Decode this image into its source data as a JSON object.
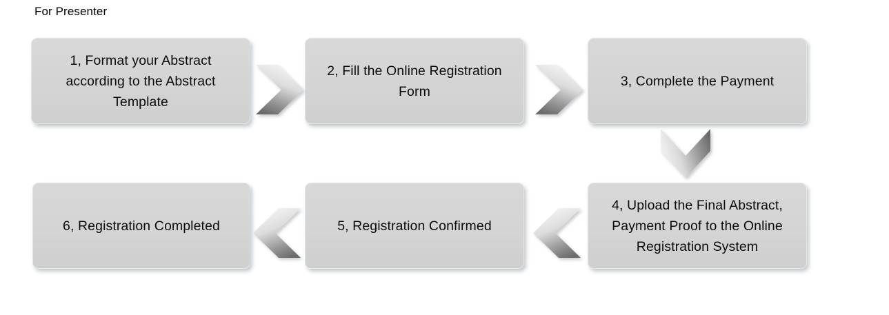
{
  "title": "For Presenter",
  "colors": {
    "background": "#ffffff",
    "node_fill": "#d4d4d4",
    "node_border": "#dfe6ec",
    "node_text": "#0b0b0b",
    "arrow_light": "#f2f2f2",
    "arrow_dark": "#6b6b6b"
  },
  "nodes": [
    {
      "id": "step-1",
      "label": "1, Format your Abstract\naccording to the Abstract\nTemplate"
    },
    {
      "id": "step-2",
      "label": "2, Fill the Online Registration\nForm"
    },
    {
      "id": "step-3",
      "label": "3, Complete the Payment"
    },
    {
      "id": "step-4",
      "label": "4, Upload the Final Abstract,\nPayment Proof to the Online\nRegistration System"
    },
    {
      "id": "step-5",
      "label": "5, Registration Confirmed"
    },
    {
      "id": "step-6",
      "label": "6, Registration Completed"
    }
  ],
  "arrows": [
    {
      "id": "arrow-1-to-2",
      "direction": "right"
    },
    {
      "id": "arrow-2-to-3",
      "direction": "right"
    },
    {
      "id": "arrow-3-to-4",
      "direction": "down"
    },
    {
      "id": "arrow-4-to-5",
      "direction": "left"
    },
    {
      "id": "arrow-5-to-6",
      "direction": "left"
    }
  ]
}
